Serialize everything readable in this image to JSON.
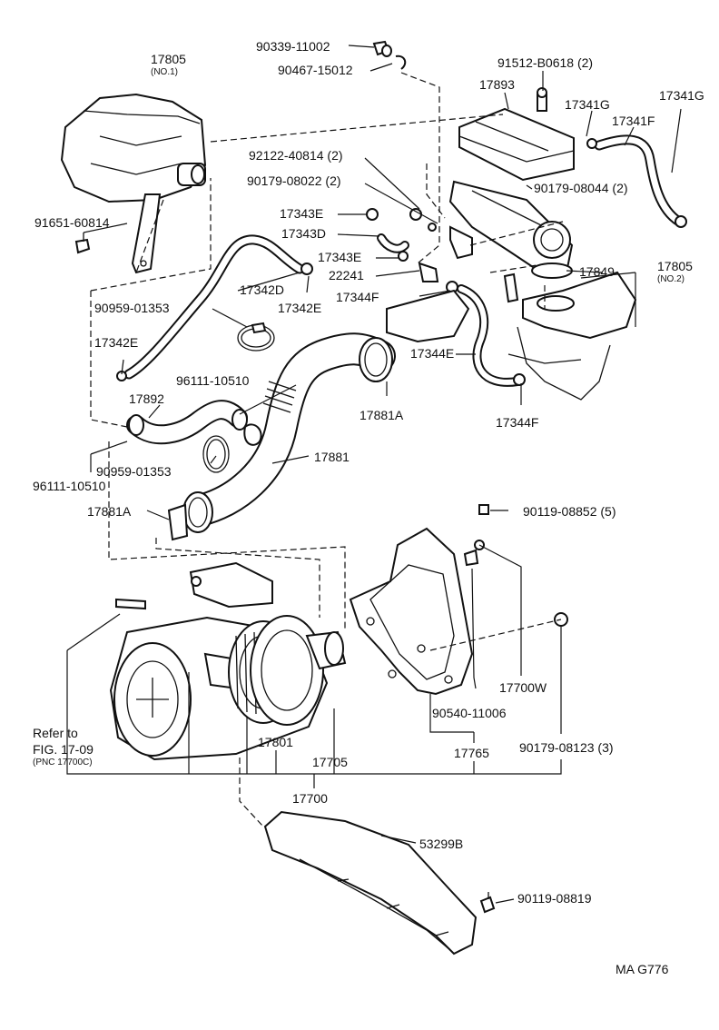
{
  "labels": {
    "p17805_no1": "17805",
    "no1": "(NO.1)",
    "p90339": "90339-11002",
    "p90467": "90467-15012",
    "p91512": "91512-B0618 (2)",
    "p17893": "17893",
    "p17341G_a": "17341G",
    "p17341G_b": "17341G",
    "p17341F": "17341F",
    "p92122": "92122-40814 (2)",
    "p90179_08022": "90179-08022 (2)",
    "p90179_08044": "90179-08044 (2)",
    "p91651": "91651-60814",
    "p17343E_a": "17343E",
    "p17343D": "17343D",
    "p17343E_b": "17343E",
    "p22241": "22241",
    "p17849": "17849",
    "p17805_no2": "17805",
    "no2": "(NO.2)",
    "p17342D": "17342D",
    "p17344F_a": "17344F",
    "p17342E_a": "17342E",
    "p90959_a": "90959-01353",
    "p17342E_b": "17342E",
    "p17344E": "17344E",
    "p96111_a": "96111-10510",
    "p17892": "17892",
    "p17881A_a": "17881A",
    "p17344F_b": "17344F",
    "p17881": "17881",
    "p90959_b": "90959-01353",
    "p96111_b": "96111-10510",
    "p17881A_b": "17881A",
    "p90119_08852": "90119-08852 (5)",
    "p17700W": "17700W",
    "p90540": "90540-11006",
    "refer1": "Refer to",
    "refer2": "FIG. 17-09",
    "refer3": "(PNC 17700C)",
    "p17801": "17801",
    "p17705": "17705",
    "p17765": "17765",
    "p90179_08123": "90179-08123 (3)",
    "p17700": "17700",
    "p53299B": "53299B",
    "p90119_08819": "90119-08819",
    "fig_code": "MA G776"
  }
}
